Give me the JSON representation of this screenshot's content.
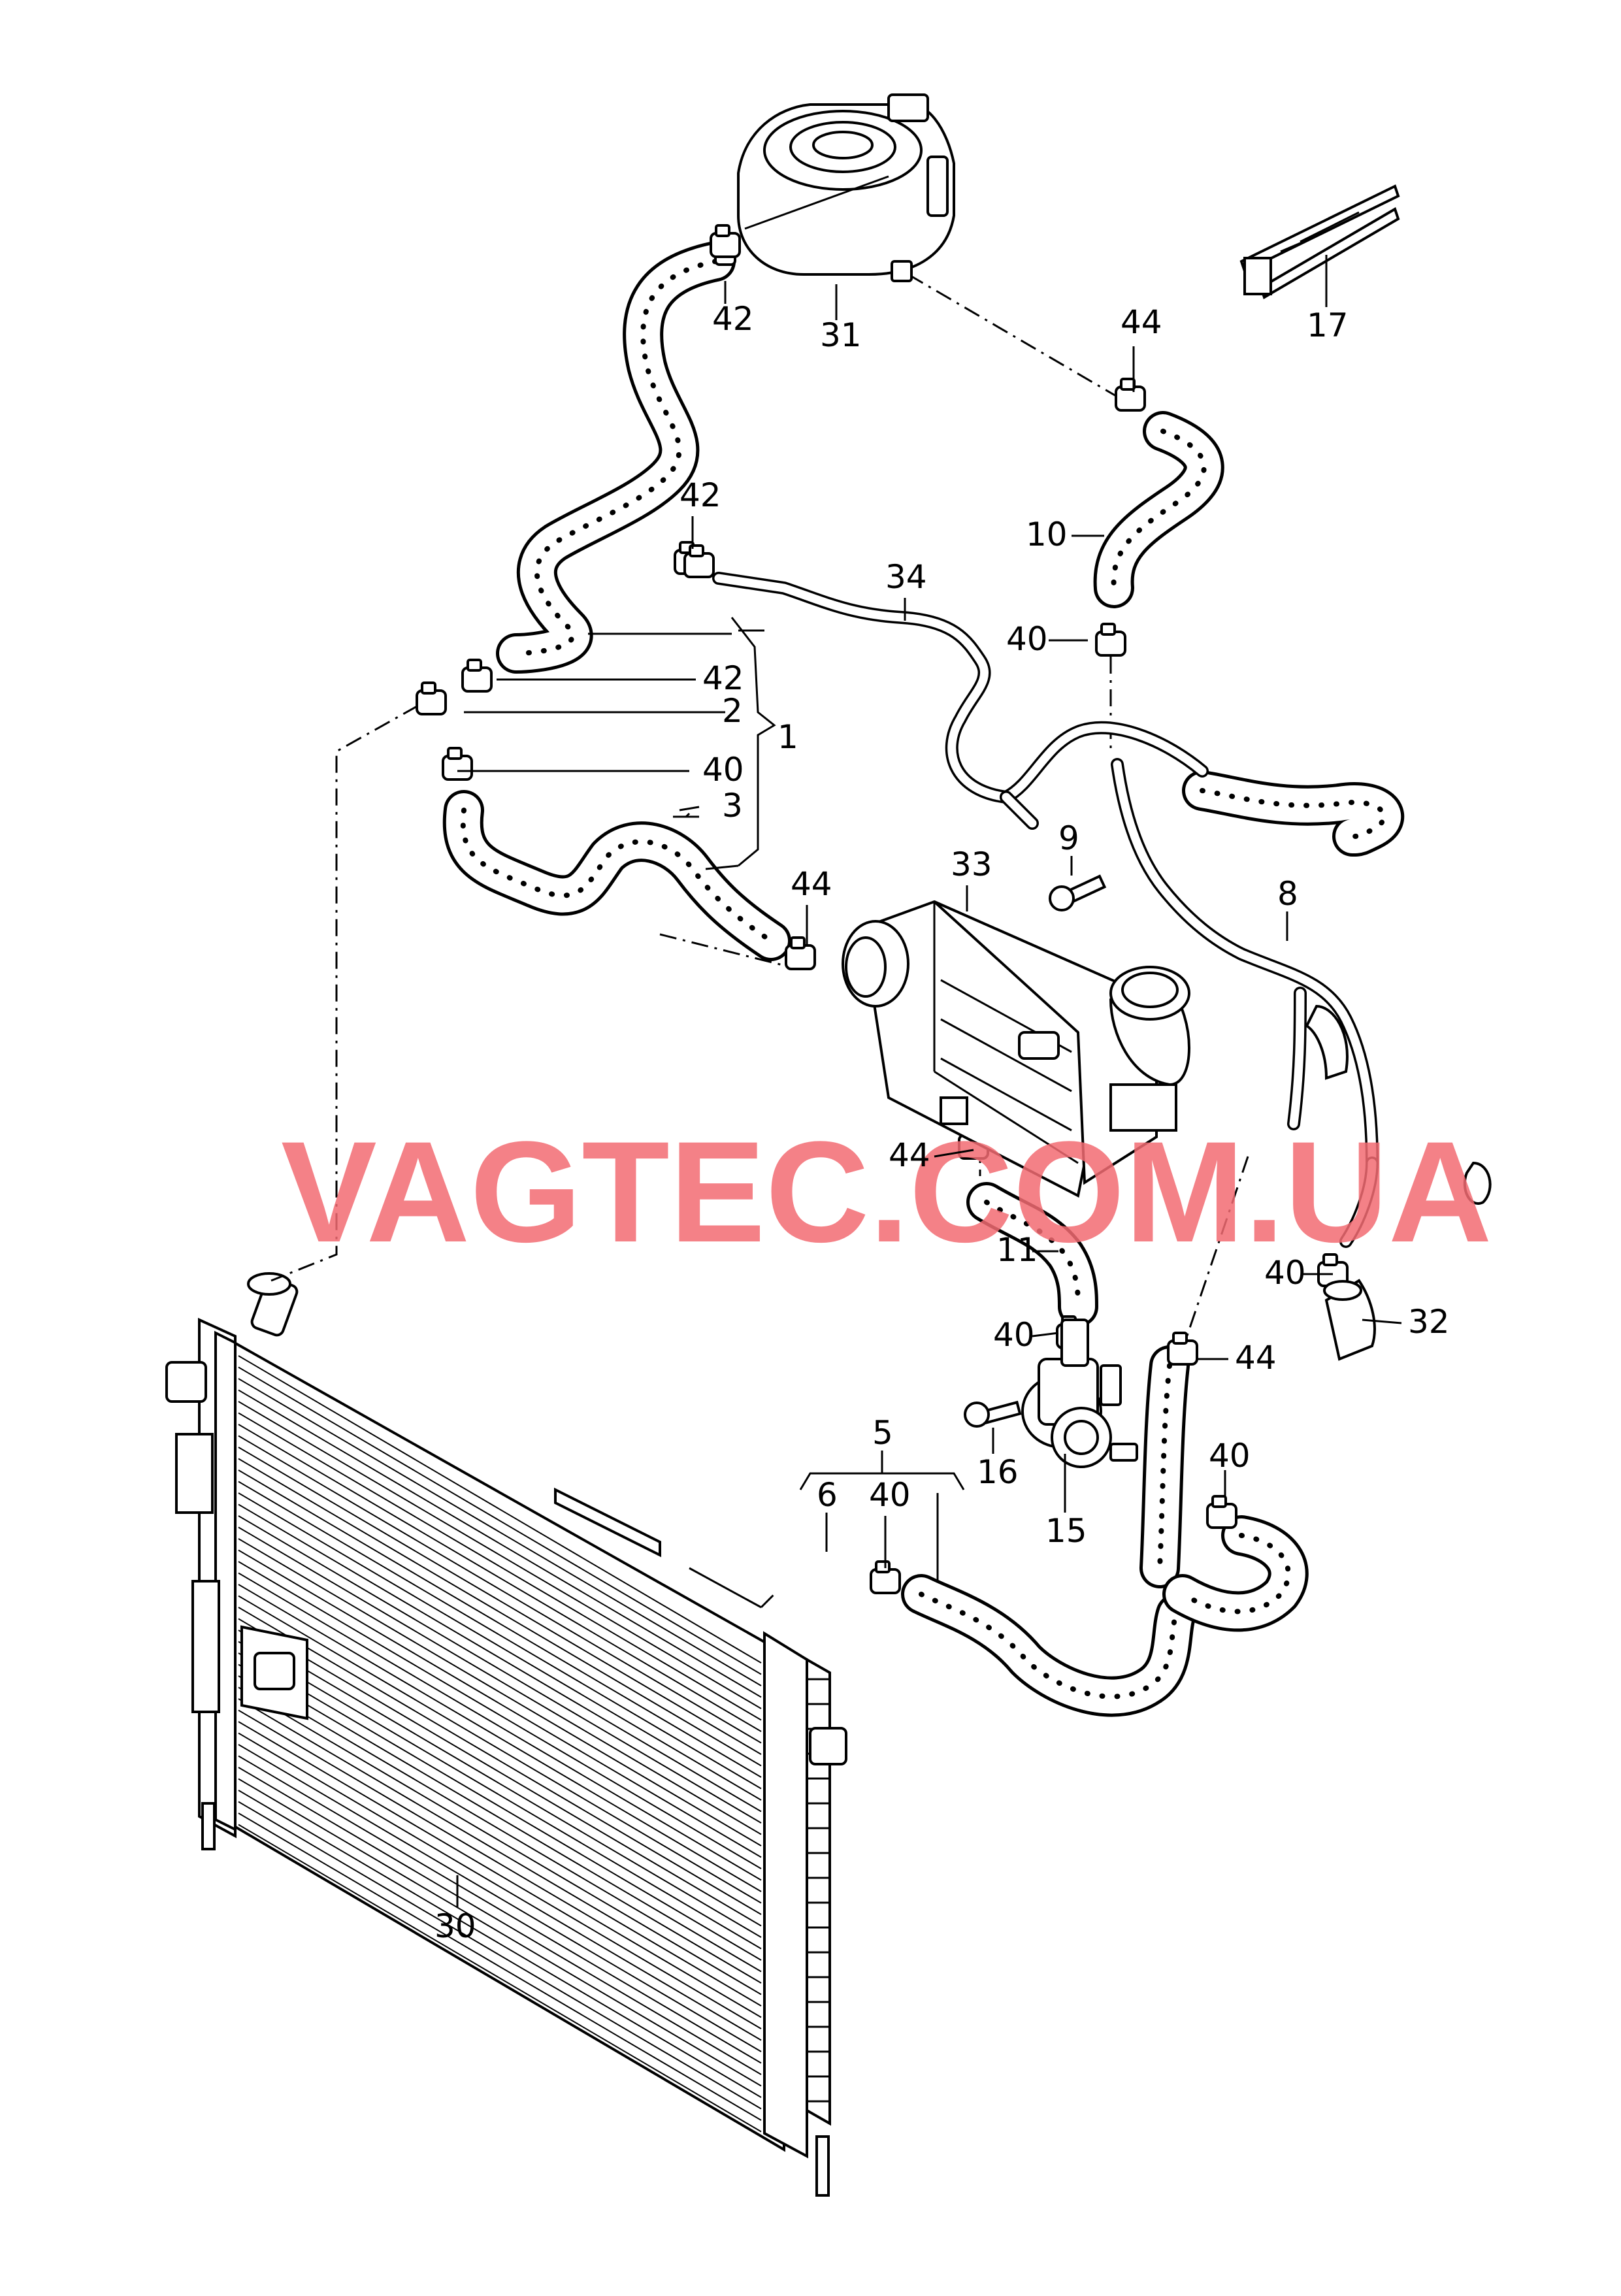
{
  "watermark": {
    "text": "VAGTEC.COM.UA",
    "color": "#f26b72"
  },
  "colors": {
    "line": "#000000",
    "background": "#ffffff"
  },
  "callouts": {
    "c1": "1",
    "c2": "2",
    "c3": "3",
    "c5": "5",
    "c6": "6",
    "c8": "8",
    "c9": "9",
    "c10": "10",
    "c11": "11",
    "c15": "15",
    "c16": "16",
    "c17": "17",
    "c30": "30",
    "c31": "31",
    "c32": "32",
    "c33": "33",
    "c34": "34",
    "c40a": "40",
    "c40b": "40",
    "c40c": "40",
    "c40d": "40",
    "c40e": "40",
    "c40f": "40",
    "c42a": "42",
    "c42b": "42",
    "c42c": "42",
    "c44a": "44",
    "c44b": "44",
    "c44c": "44",
    "c44d": "44"
  }
}
